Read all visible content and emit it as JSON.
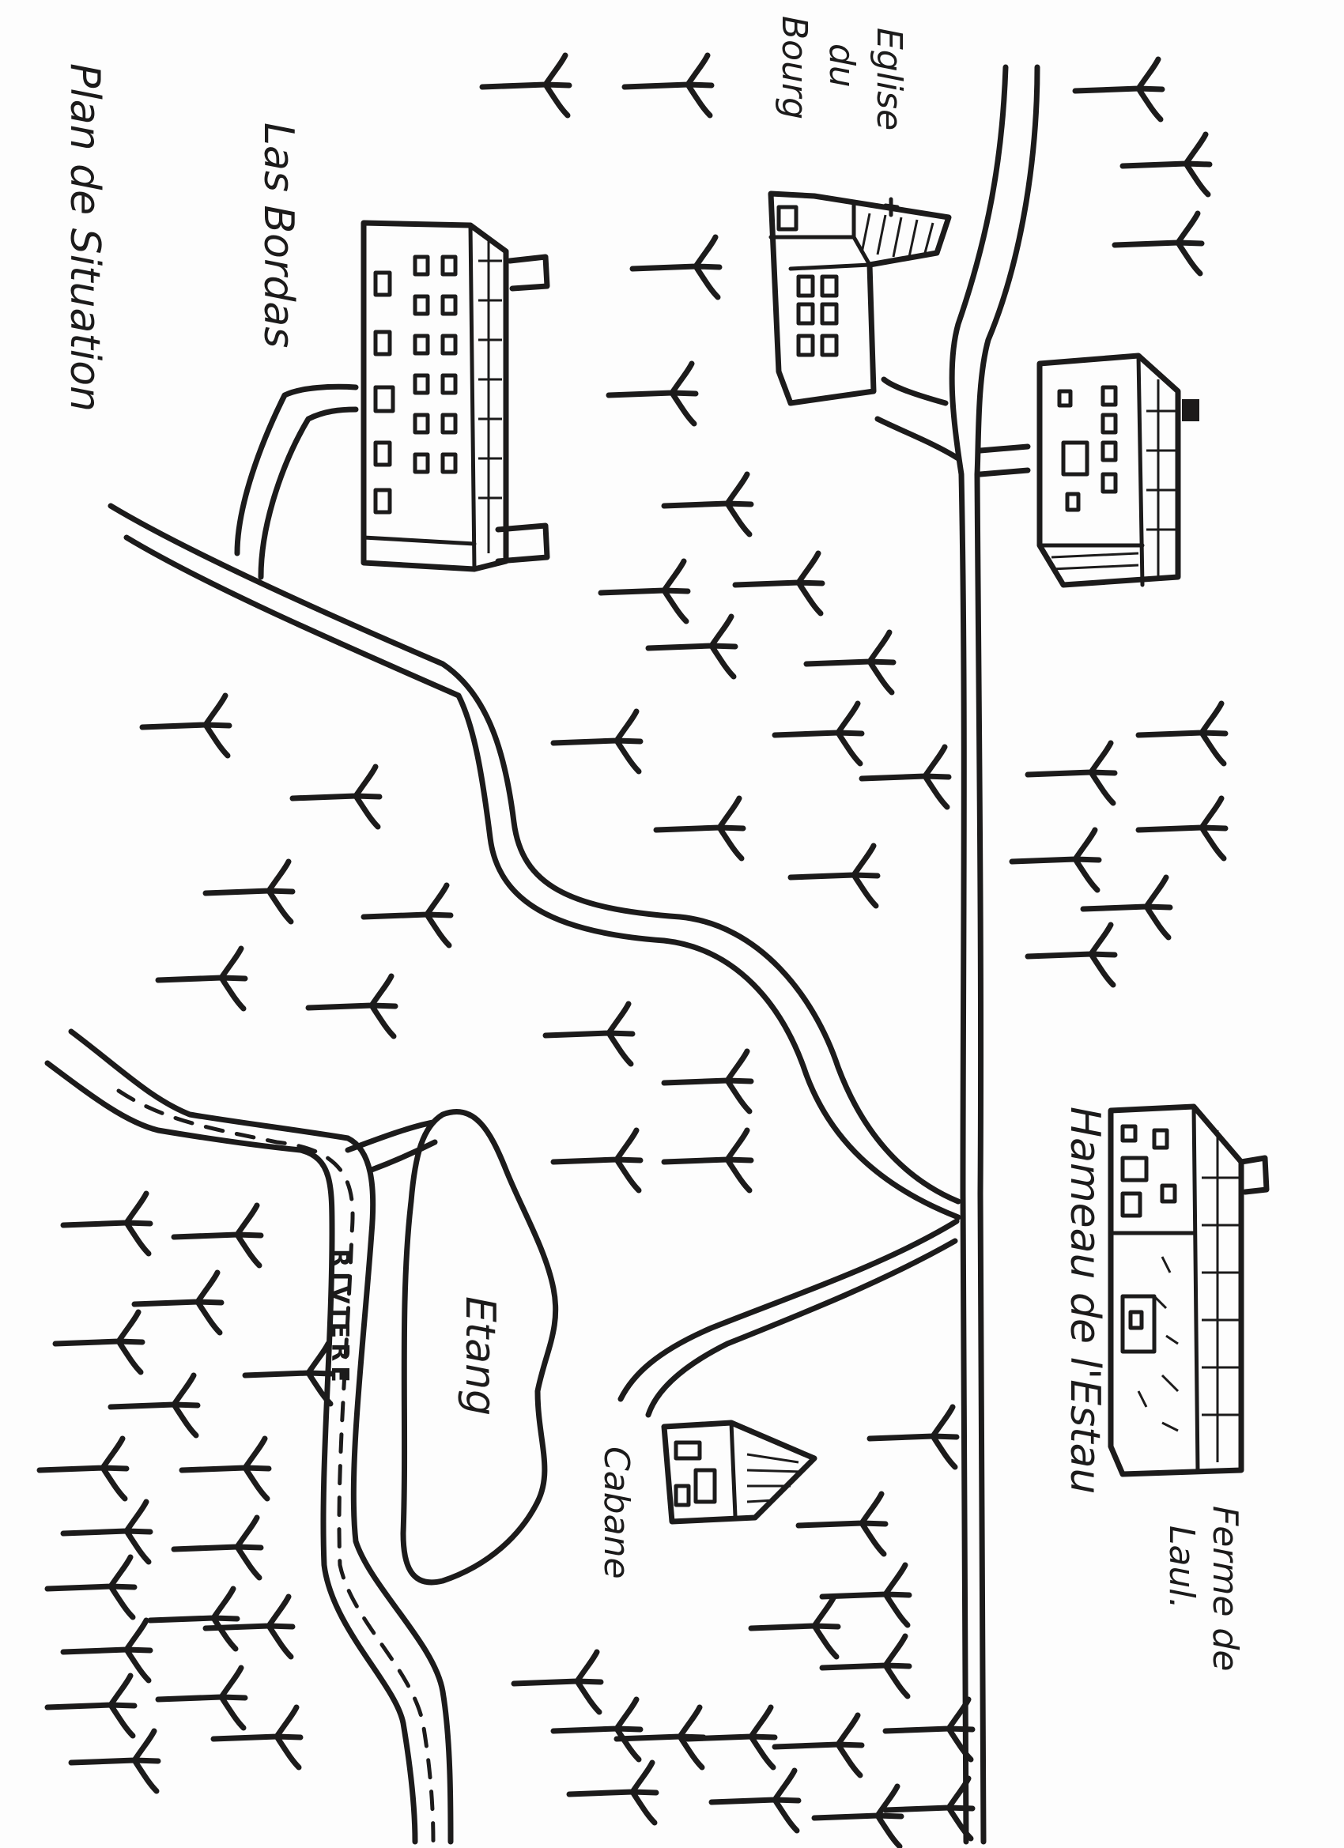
{
  "title": "Plan de Situation",
  "labels": {
    "las_bordas": "Las Bordas",
    "eglise": "Eglise du Bourg",
    "hameau": "Hameau de l'Estau",
    "ferme": "Ferme de Laul.",
    "etang": "Etang",
    "cabane": "Cabane",
    "riviere": "RIVIERE"
  },
  "colors": {
    "ink": "#1c1b1b",
    "paper": "#fdfdfd"
  },
  "icons": [
    "tree-icon"
  ]
}
